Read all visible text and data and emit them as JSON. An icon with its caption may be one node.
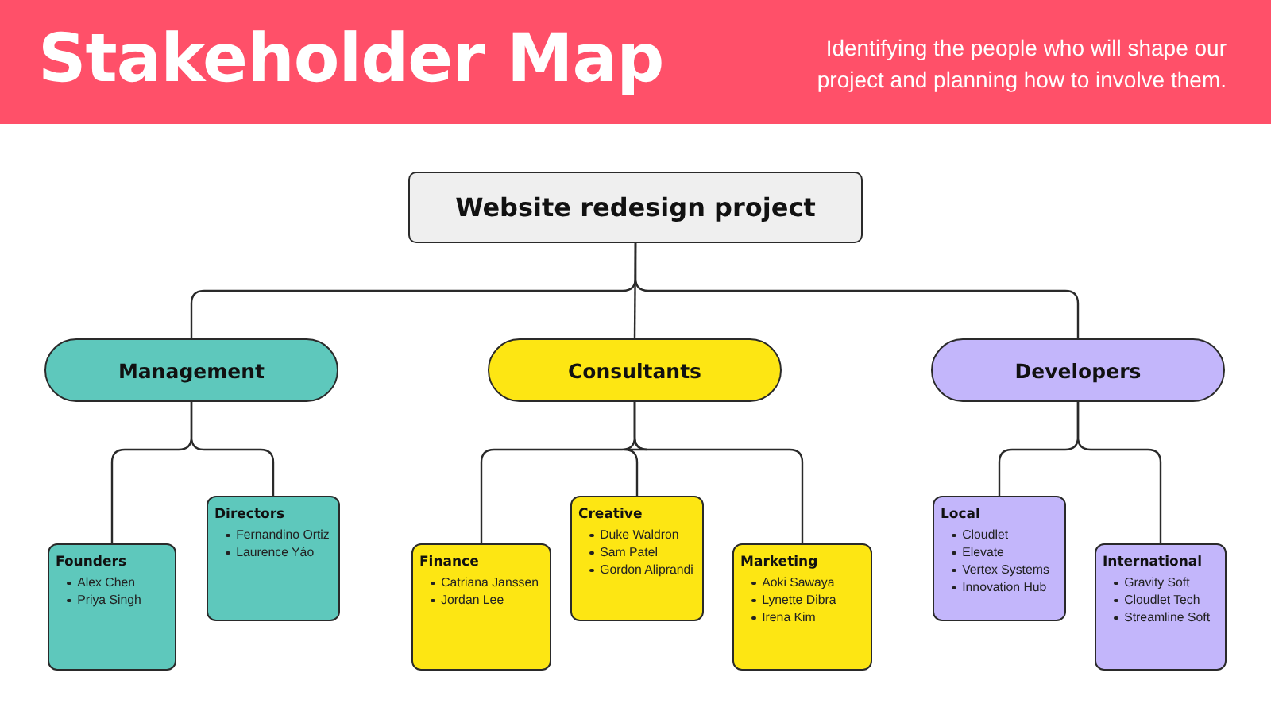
{
  "diagram": {
    "title": "Stakeholder Map",
    "caption": "Identifying the people who will shape our project and planning how to involve them.",
    "nodes": [
      {
        "text": [
          "Website redesign project"
        ]
      },
      {
        "text": [
          "Management"
        ]
      },
      {
        "text": [
          "Consultants"
        ]
      },
      {
        "text": [
          "Developers"
        ]
      },
      {
        "text": [
          "Founders",
          "Alex Chen",
          "Priya Singh"
        ]
      },
      {
        "text": [
          "Directors",
          "Fernandino Ortiz",
          "Laurence Yáo"
        ]
      },
      {
        "text": [
          "Finance",
          "Catriana Janssen",
          "Jordan Lee"
        ]
      },
      {
        "text": [
          "Creative",
          "Duke Waldron",
          "Sam Patel",
          "Gordon Aliprandi"
        ]
      },
      {
        "text": [
          "Marketing",
          "Aoki Sawaya",
          "Lynette Dibra",
          "Irena Kim"
        ]
      },
      {
        "text": [
          "Local",
          "Cloudlet",
          "Elevate",
          "Vertex Systems",
          "Innovation Hub"
        ]
      },
      {
        "text": [
          "International",
          "Gravity Soft",
          "Cloudlet Tech",
          "Streamline Soft"
        ]
      }
    ],
    "edges": [
      {
        "from": 0,
        "to": 1,
        "arrow": "none"
      },
      {
        "from": 0,
        "to": 2,
        "arrow": "none"
      },
      {
        "from": 0,
        "to": 3,
        "arrow": "none"
      },
      {
        "from": 1,
        "to": 4,
        "arrow": "none"
      },
      {
        "from": 1,
        "to": 5,
        "arrow": "none"
      },
      {
        "from": 2,
        "to": 6,
        "arrow": "none"
      },
      {
        "from": 2,
        "to": 7,
        "arrow": "none"
      },
      {
        "from": 2,
        "to": 8,
        "arrow": "none"
      },
      {
        "from": 3,
        "to": 9,
        "arrow": "none"
      },
      {
        "from": 3,
        "to": 10,
        "arrow": "none"
      }
    ]
  }
}
